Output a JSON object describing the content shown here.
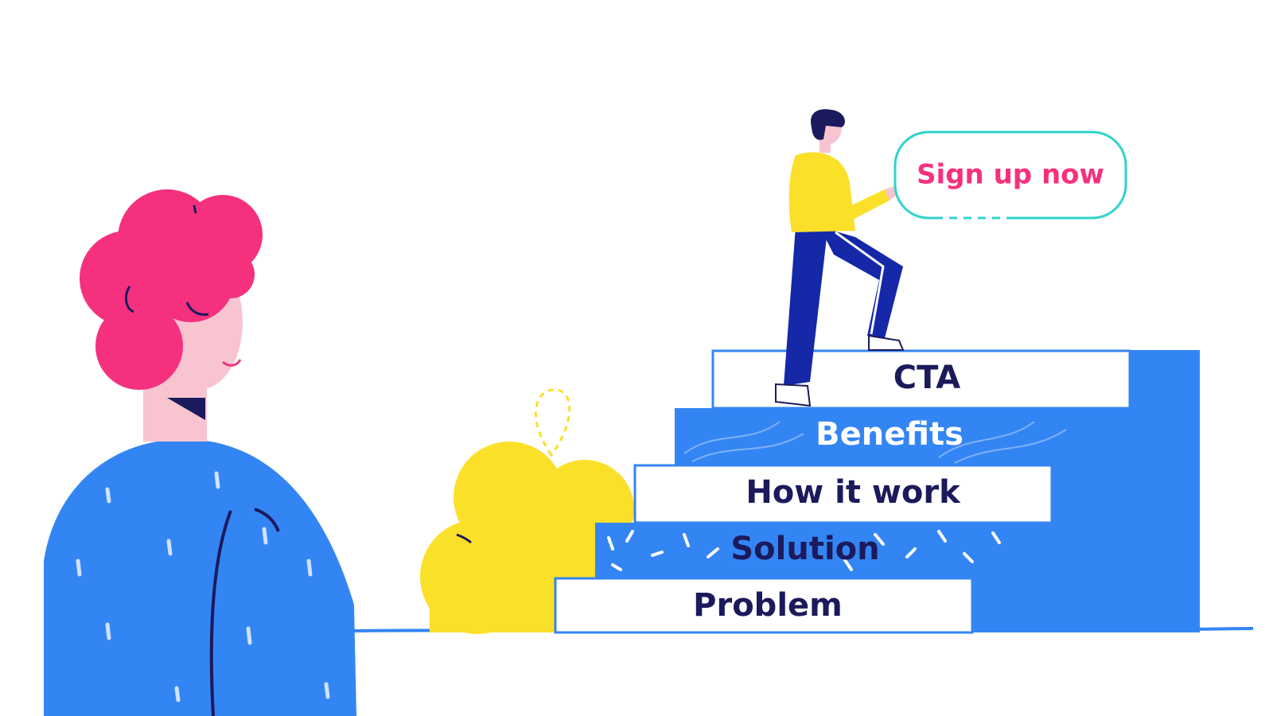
{
  "illustration": {
    "steps": [
      {
        "label": "Problem",
        "style": "white"
      },
      {
        "label": "Solution",
        "style": "blue-confetti"
      },
      {
        "label": "How it work",
        "style": "white"
      },
      {
        "label": "Benefits",
        "style": "blue-scribble"
      },
      {
        "label": "CTA",
        "style": "white"
      }
    ],
    "speech_bubble": {
      "text": "Sign up now"
    },
    "colors": {
      "blue": "#3485f4",
      "navy": "#1b1a5c",
      "pink": "#f5317f",
      "yellow": "#fbe02a",
      "skin": "#f8c4d0",
      "teal": "#2fd3cc",
      "pants": "#1428a8",
      "white": "#ffffff"
    },
    "icons": [
      "speech-bubble-icon",
      "bush-icon",
      "drop-outline-icon"
    ]
  }
}
